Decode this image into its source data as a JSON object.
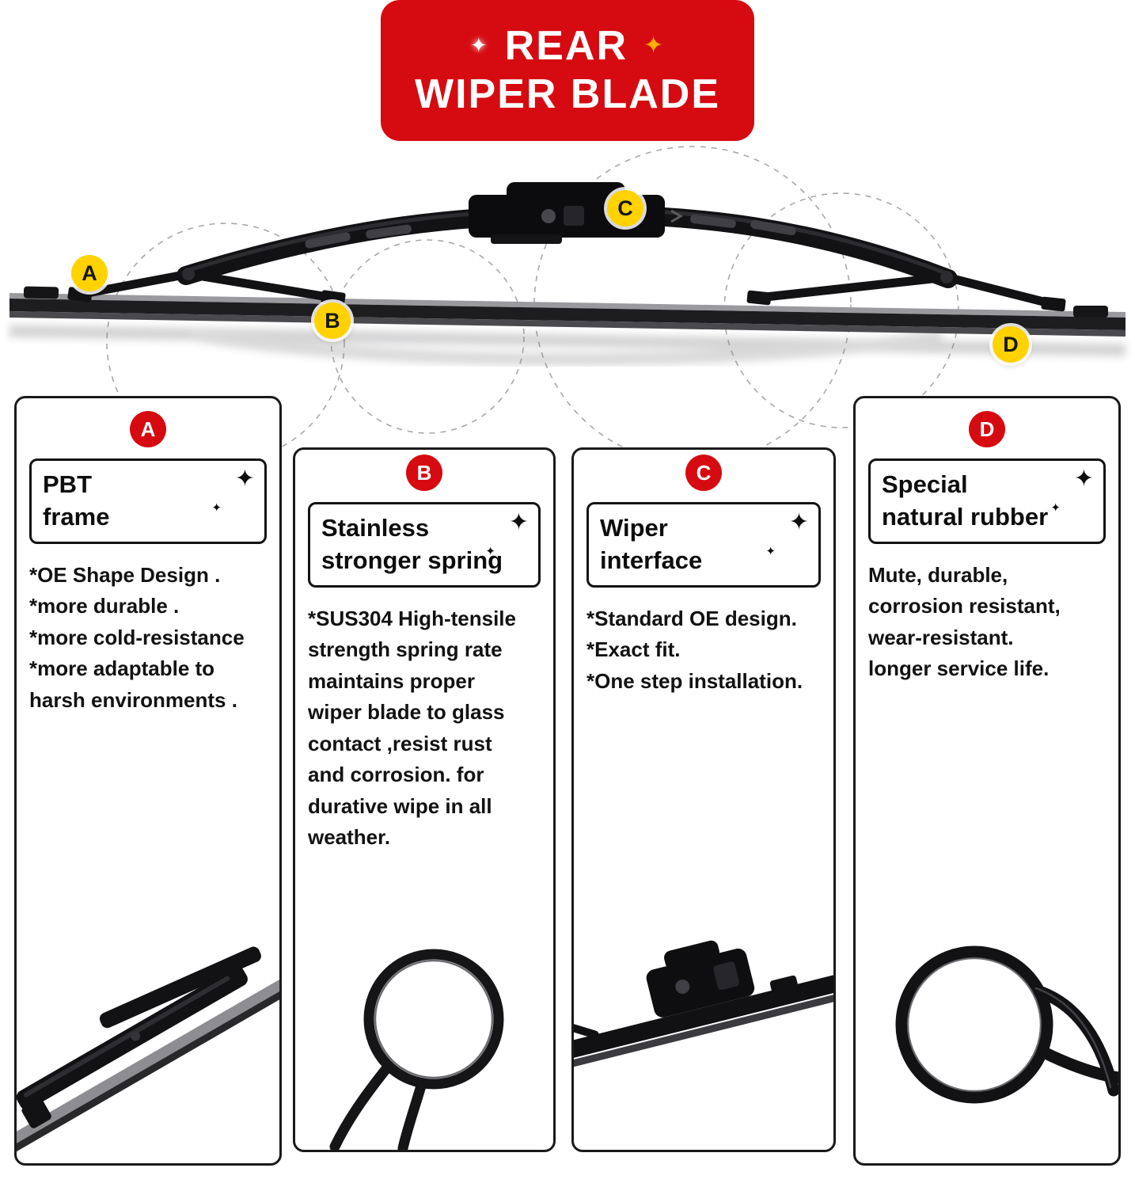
{
  "banner": {
    "line1": "REAR",
    "line2": "WIPER BLADE",
    "bg_color": "#d50b11",
    "text_color": "#ffffff"
  },
  "sparkle": "✦",
  "colors": {
    "accent_red": "#d50b11",
    "callout_yellow": "#ffd200",
    "blade_black": "#121214",
    "dash_gray": "#a8a8a8"
  },
  "callouts": {
    "a": "A",
    "b": "B",
    "c": "C",
    "d": "D"
  },
  "panels": [
    {
      "letter": "A",
      "title": "PBT\nframe",
      "body": "*OE Shape Design .\n*more durable .\n*more cold-resistance\n*more adaptable to\nharsh environments ."
    },
    {
      "letter": "B",
      "title": "Stainless\nstronger spring",
      "body": "*SUS304 High-tensile\nstrength spring rate\nmaintains proper\nwiper blade to glass\ncontact ,resist rust\nand corrosion. for\ndurative wipe in all\nweather."
    },
    {
      "letter": "C",
      "title": "Wiper\ninterface",
      "body": "*Standard OE design.\n*Exact fit.\n*One step installation."
    },
    {
      "letter": "D",
      "title": "Special\nnatural rubber",
      "body": "Mute, durable,\ncorrosion resistant,\nwear-resistant.\nlonger service life."
    }
  ]
}
